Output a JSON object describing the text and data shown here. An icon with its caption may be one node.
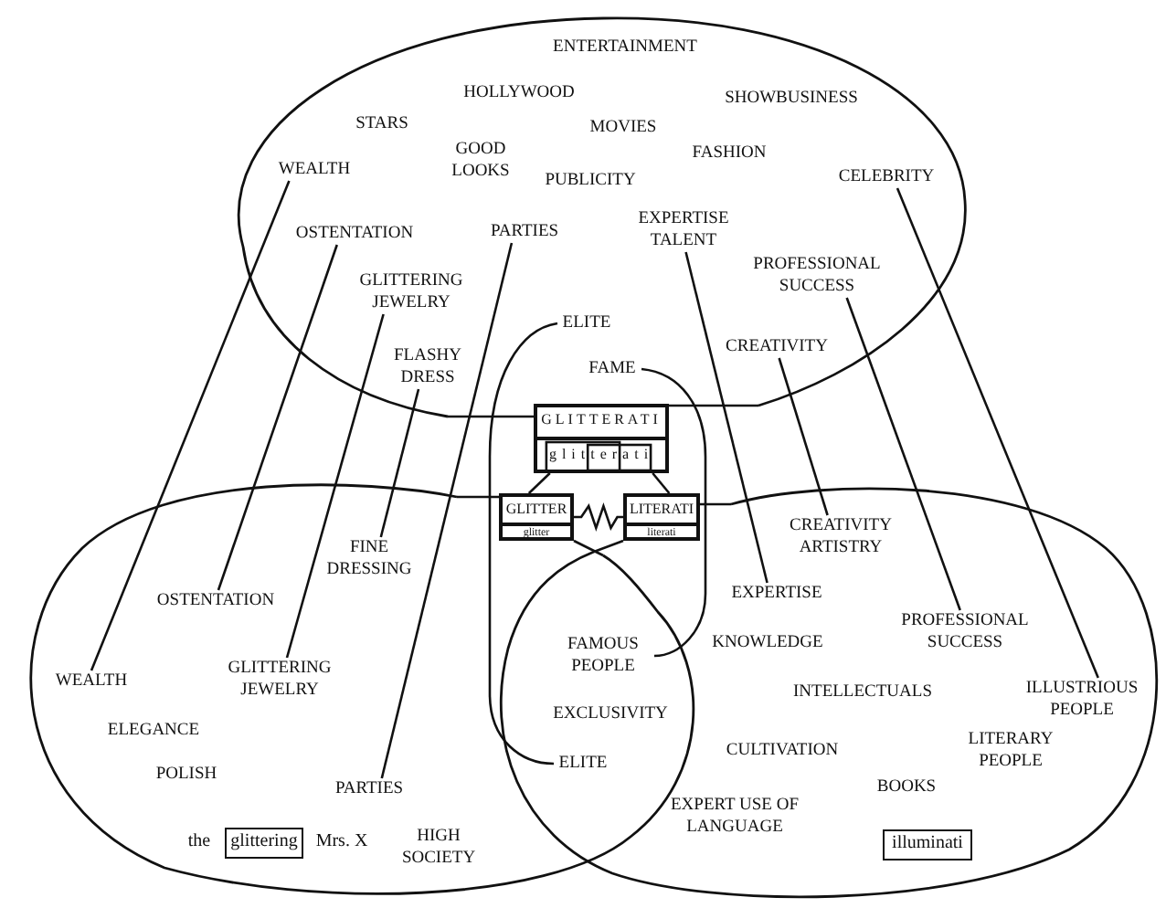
{
  "diagram": {
    "nodes": [
      {
        "text": [],
        "shape": "ellipse"
      },
      {
        "text": [],
        "shape": "ellipse"
      },
      {
        "text": [],
        "shape": "ellipse"
      },
      {
        "text": [
          "WEALTH"
        ],
        "in": 0
      },
      {
        "text": [
          "CELEBRITY"
        ],
        "in": 0
      },
      {
        "text": [
          "OSTENTATION"
        ],
        "in": 0
      },
      {
        "text": [
          "PARTIES"
        ],
        "in": 0
      },
      {
        "text": [
          "EXPERTISE TALENT"
        ],
        "in": 0
      },
      {
        "text": [
          "PROFESSIONAL SUCCESS"
        ],
        "in": 0
      },
      {
        "text": [
          "GLITTERING JEWELRY"
        ],
        "in": 0
      },
      {
        "text": [
          "ELITE"
        ],
        "in": 0
      },
      {
        "text": [
          "FLASHY DRESS"
        ],
        "in": 0
      },
      {
        "text": [
          "CREATIVITY"
        ],
        "in": 0
      },
      {
        "text": [
          "FAME"
        ],
        "in": 0
      },
      {
        "text": [
          "GLITTERATI",
          "glitterati"
        ]
      },
      {
        "text": [
          "GLITTER",
          "glitter"
        ]
      },
      {
        "text": [
          "LITERATI",
          "literati"
        ]
      },
      {
        "text": [
          "CREATIVITY ARTISTRY"
        ],
        "in": 2
      },
      {
        "text": [
          "FINE DRESSING"
        ],
        "in": 1
      },
      {
        "text": [
          "EXPERTISE"
        ],
        "in": 2
      },
      {
        "text": [
          "OSTENTATION"
        ],
        "in": 1
      },
      {
        "text": [
          "PROFESSIONAL SUCCESS"
        ],
        "in": 2
      },
      {
        "text": [
          "FAMOUS PEOPLE"
        ]
      },
      {
        "text": [
          "GLITTERING JEWELRY"
        ],
        "in": 1
      },
      {
        "text": [
          "WEALTH"
        ],
        "in": 1
      },
      {
        "text": [
          "ILLUSTRIOUS PEOPLE"
        ],
        "in": 2
      },
      {
        "text": [
          "ELITE"
        ]
      },
      {
        "text": [
          "PARTIES"
        ],
        "in": 1
      },
      {
        "text": [
          "glittering"
        ],
        "in": 1,
        "beside": [
          "the",
          "Mrs. X"
        ]
      },
      {
        "text": [
          "illuminati"
        ],
        "in": 2
      }
    ],
    "edges": [
      {
        "from": 14,
        "to": 15,
        "arrow": "none"
      },
      {
        "from": 14,
        "to": 16,
        "arrow": "none"
      },
      {
        "from": 15,
        "to": 16,
        "arrow": "none"
      },
      {
        "from": 3,
        "to": 24,
        "arrow": "none"
      },
      {
        "from": 5,
        "to": 20,
        "arrow": "none"
      },
      {
        "from": 9,
        "to": 23,
        "arrow": "none"
      },
      {
        "from": 11,
        "to": 18,
        "arrow": "none"
      },
      {
        "from": 6,
        "to": 27,
        "arrow": "none"
      },
      {
        "from": 10,
        "to": 26,
        "arrow": "none"
      },
      {
        "from": 13,
        "to": 22,
        "arrow": "none"
      },
      {
        "from": 7,
        "to": 19,
        "arrow": "none"
      },
      {
        "from": 12,
        "to": 17,
        "arrow": "none"
      },
      {
        "from": 8,
        "to": 21,
        "arrow": "none"
      },
      {
        "from": 4,
        "to": 25,
        "arrow": "none"
      },
      {
        "from": 0,
        "to": 14,
        "arrow": "none"
      },
      {
        "from": 1,
        "to": 15,
        "arrow": "none"
      },
      {
        "from": 2,
        "to": 16,
        "arrow": "none"
      }
    ],
    "labels": [
      "ENTERTAINMENT",
      "HOLLYWOOD",
      "SHOWBUSINESS",
      "STARS",
      "MOVIES",
      "FASHION",
      "GOOD LOOKS",
      "PUBLICITY",
      "KNOWLEDGE",
      "INTELLECTUALS",
      "EXCLUSIVITY",
      "ELEGANCE",
      "LITERARY PEOPLE",
      "CULTIVATION",
      "POLISH",
      "BOOKS",
      "EXPERT USE OF LANGUAGE",
      "HIGH SOCIETY"
    ]
  }
}
